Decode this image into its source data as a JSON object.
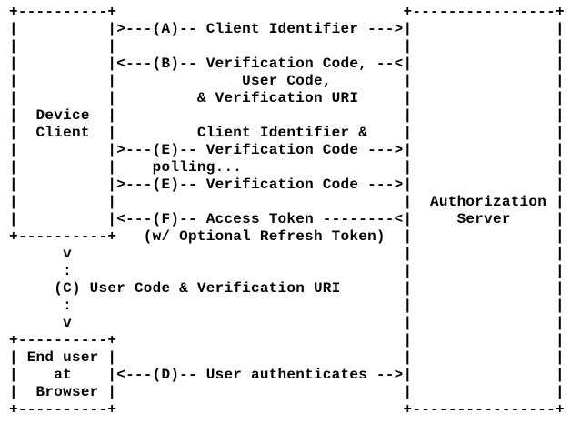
{
  "diagram": {
    "type": "ascii-flow",
    "colors": {
      "text": "#000000",
      "background": "#ffffff"
    },
    "nodes": [
      {
        "id": "device-client",
        "label": "Device Client"
      },
      {
        "id": "authorization-server",
        "label": "Authorization Server"
      },
      {
        "id": "end-user-browser",
        "label": "End user at Browser"
      }
    ],
    "steps": [
      {
        "id": "A",
        "from": "device-client",
        "to": "authorization-server",
        "label": "Client Identifier"
      },
      {
        "id": "B",
        "from": "authorization-server",
        "to": "device-client",
        "label": "Verification Code, User Code, & Verification URI"
      },
      {
        "id": "C",
        "from": "device-client",
        "to": "end-user-browser",
        "label": "User Code & Verification URI"
      },
      {
        "id": "D",
        "from": "end-user-browser",
        "to": "authorization-server",
        "label": "User authenticates"
      },
      {
        "id": "E",
        "from": "device-client",
        "to": "authorization-server",
        "label": "Client Identifier & Verification Code (polling...)"
      },
      {
        "id": "F",
        "from": "authorization-server",
        "to": "device-client",
        "label": "Access Token (w/ Optional Refresh Token)"
      }
    ],
    "ascii_lines": [
      "+----------+                                +----------------+",
      "|          |>---(A)-- Client Identifier --->|                |",
      "|          |                                |                |",
      "|          |<---(B)-- Verification Code, --<|                |",
      "|          |              User Code,        |                |",
      "|          |         & Verification URI     |                |",
      "|  Device  |                                |                |",
      "|  Client  |         Client Identifier &    |                |",
      "|          |>---(E)-- Verification Code --->|                |",
      "|          |    polling...                  |                |",
      "|          |>---(E)-- Verification Code --->|                |",
      "|          |                                |  Authorization |",
      "|          |<---(F)-- Access Token --------<|     Server     |",
      "+----------+   (w/ Optional Refresh Token)  |                |",
      "      v                                     |                |",
      "      :                                     |                |",
      "     (C) User Code & Verification URI       |                |",
      "      :                                     |                |",
      "      v                                     |                |",
      "+----------+                                |                |",
      "| End user |                                |                |",
      "|    at    |<---(D)-- User authenticates -->|                |",
      "|  Browser |                                |                |",
      "+----------+                                +----------------+"
    ]
  }
}
